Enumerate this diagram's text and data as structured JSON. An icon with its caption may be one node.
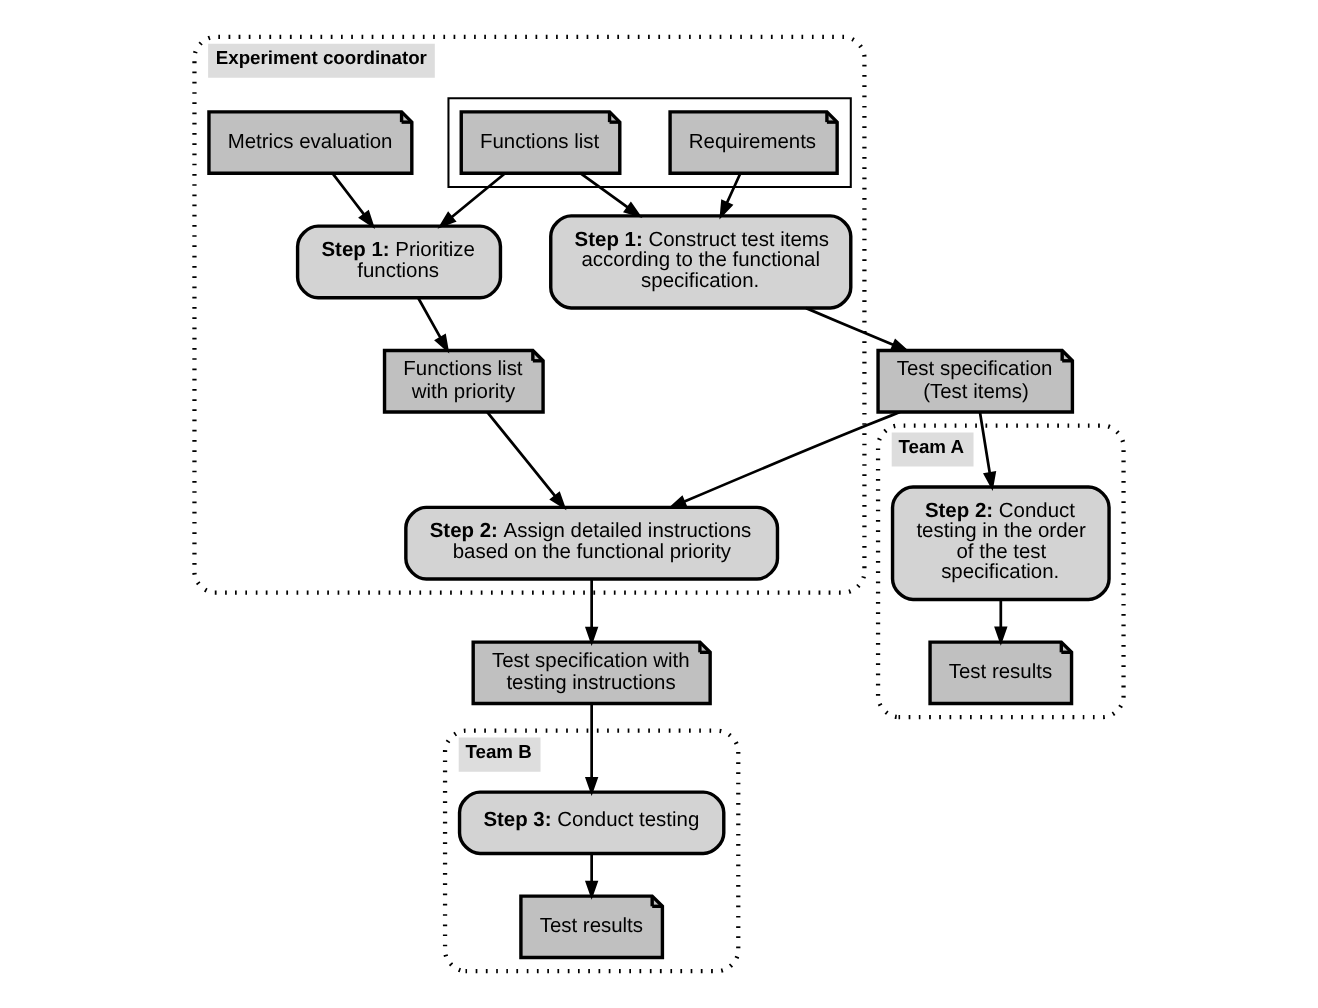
{
  "diagram": {
    "nodes": [
      {
        "text": [
          "Experiment coordinator"
        ]
      },
      {
        "text": [],
        "shape": "box",
        "in": 0
      },
      {
        "text": [
          "Requirements"
        ],
        "in": 1
      },
      {
        "text": [
          "Functions list"
        ],
        "in": 1
      },
      {
        "text": [
          "**Step 1:** Construct test items according to the functional specification."
        ],
        "in": 0
      },
      {
        "text": [
          "Metrics evaluation"
        ],
        "in": 0
      },
      {
        "text": [
          "**Step 1:** Prioritize functions"
        ],
        "in": 0
      },
      {
        "text": [
          "Functions list with priority"
        ],
        "in": 0
      },
      {
        "text": [
          "**Step 2:** Assign detailed instructions based on the functional priority"
        ],
        "in": 0
      },
      {
        "text": [
          "Test specification (Test items)"
        ]
      },
      {
        "text": [
          "Team A"
        ]
      },
      {
        "text": [
          "**Step 2:** Conduct testing in the order of the test specification."
        ],
        "in": 10
      },
      {
        "text": [
          "Test results"
        ],
        "in": 10
      },
      {
        "text": [
          "Test specification with testing instructions"
        ]
      },
      {
        "text": [
          "Team B"
        ]
      },
      {
        "text": [
          "**Step 3:** Conduct testing"
        ],
        "in": 14
      },
      {
        "text": [
          "Test results"
        ],
        "in": 14
      }
    ],
    "edges": [
      {
        "from": 2,
        "to": 4,
        "arrow": "to"
      },
      {
        "from": 3,
        "to": 4,
        "arrow": "to"
      },
      {
        "from": 3,
        "to": 6,
        "arrow": "to"
      },
      {
        "from": 5,
        "to": 6,
        "arrow": "to"
      },
      {
        "from": 6,
        "to": 7,
        "arrow": "to"
      },
      {
        "from": 4,
        "to": 9,
        "arrow": "to"
      },
      {
        "from": 7,
        "to": 8,
        "arrow": "to"
      },
      {
        "from": 9,
        "to": 8,
        "arrow": "to"
      },
      {
        "from": 9,
        "to": 11,
        "arrow": "to"
      },
      {
        "from": 11,
        "to": 12,
        "arrow": "to"
      },
      {
        "from": 8,
        "to": 13,
        "arrow": "to"
      },
      {
        "from": 13,
        "to": 15,
        "arrow": "to"
      },
      {
        "from": 15,
        "to": 16,
        "arrow": "to"
      }
    ]
  }
}
